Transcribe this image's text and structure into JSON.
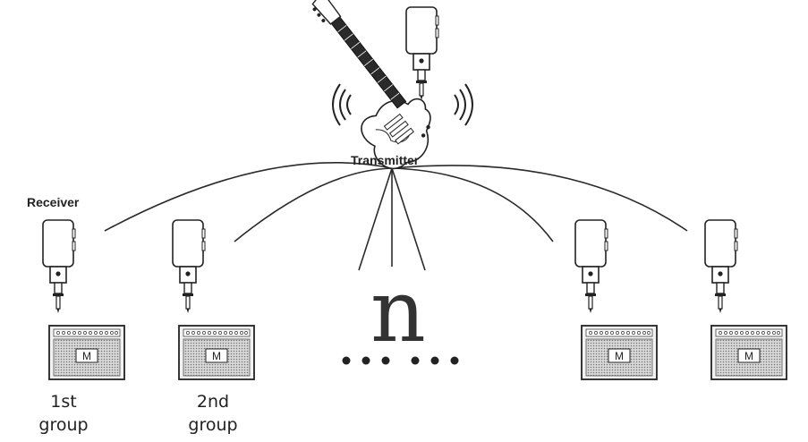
{
  "labels": {
    "transmitter": "Transmitter",
    "receiver": "Receiver",
    "n_symbol": "n",
    "amp_badge": "M",
    "group1": [
      "1st",
      "group"
    ],
    "group2": [
      "2nd",
      "group"
    ]
  },
  "colors": {
    "line": "#2b2b2b",
    "grille": "#8e8e8e",
    "amp_face": "#f2f2f2"
  },
  "icons": {
    "guitar": "electric-guitar-icon",
    "transmitter": "wireless-transmitter-icon",
    "receiver": "wireless-receiver-icon",
    "amplifier": "guitar-amplifier-icon",
    "signal": "signal-waves-icon"
  }
}
